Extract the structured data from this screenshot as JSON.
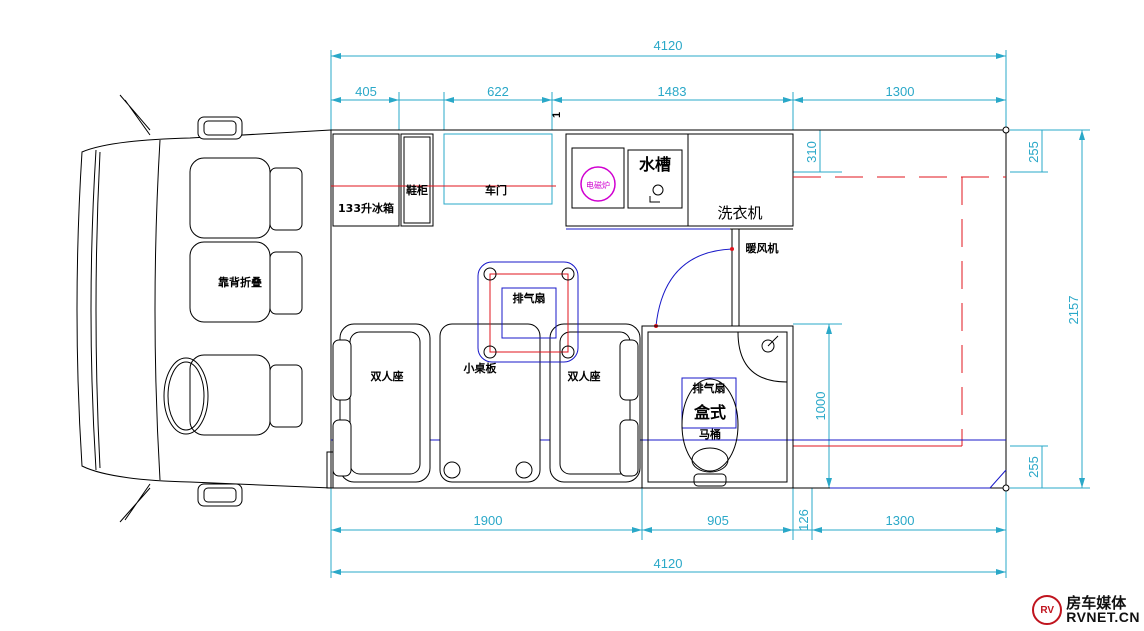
{
  "dimensions": {
    "total_top": "4120",
    "total_bottom": "4120",
    "top_segments": [
      "405",
      "622",
      "1483",
      "1300"
    ],
    "bottom_segments": [
      "1900",
      "905",
      "126",
      "1300"
    ],
    "right_total": "2157",
    "right_top": "255",
    "right_bottom": "255",
    "counter_depth": "310",
    "bathroom_length": "1000",
    "door_mark": "1"
  },
  "labels": {
    "fridge": "133升冰箱",
    "shoe_cabinet": "鞋柜",
    "car_door": "车门",
    "sink": "水槽",
    "stove": "电磁炉",
    "washer": "洗衣机",
    "heater": "暖风机",
    "seat_fold": "靠背折叠",
    "fan_top": "排气扇",
    "fan_bath": "排气扇",
    "double_seat_left": "双人座",
    "double_seat_right": "双人座",
    "table": "小桌板",
    "toilet_line1": "盒式",
    "toilet_line2": "马桶"
  },
  "brand": {
    "logo": "RV",
    "name": "房车媒体",
    "site": "RVNET.CN"
  }
}
